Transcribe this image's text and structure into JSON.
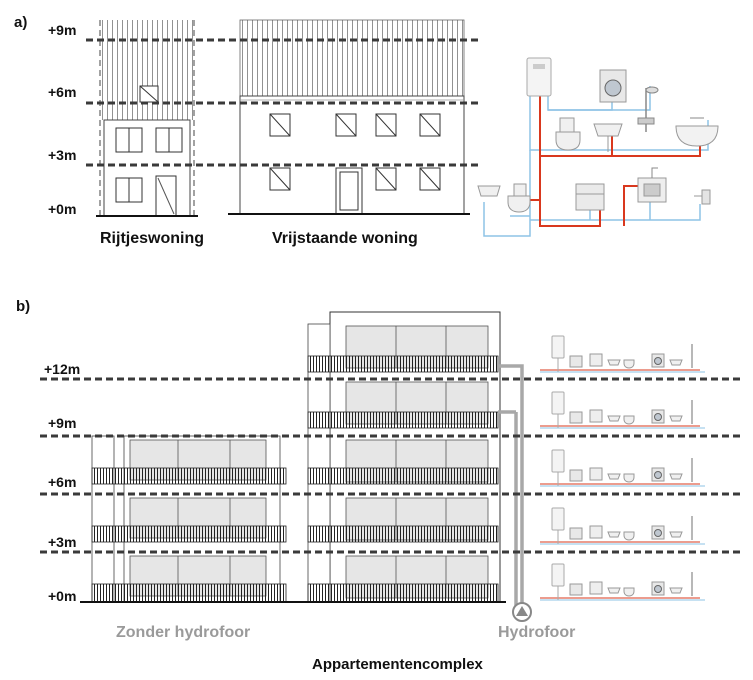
{
  "panel_a": {
    "label": "a)",
    "levels": [
      "+9m",
      "+6m",
      "+3m",
      "+0m"
    ],
    "caption_row": "Rijtjeswoning",
    "caption_detached": "Vrijstaande woning"
  },
  "panel_b": {
    "label": "b)",
    "levels": [
      "+12m",
      "+9m",
      "+6m",
      "+3m",
      "+0m"
    ],
    "caption_left": "Zonder hydrofoor",
    "caption_right": "Hydrofoor",
    "caption_main": "Appartementencomplex"
  },
  "colors": {
    "dash": "#3a3a3a",
    "hot_pipe": "#d9381e",
    "cold_pipe": "#8ec3e6",
    "hydro_pipe": "#a8a8a8",
    "caption_grey": "#9a9a9a"
  },
  "icons": [
    "boiler-icon",
    "washing-machine-icon",
    "shower-icon",
    "toilet-icon",
    "sink-icon",
    "bathtub-icon",
    "dishwasher-icon",
    "kitchen-sink-icon",
    "tap-icon",
    "pump-icon"
  ]
}
